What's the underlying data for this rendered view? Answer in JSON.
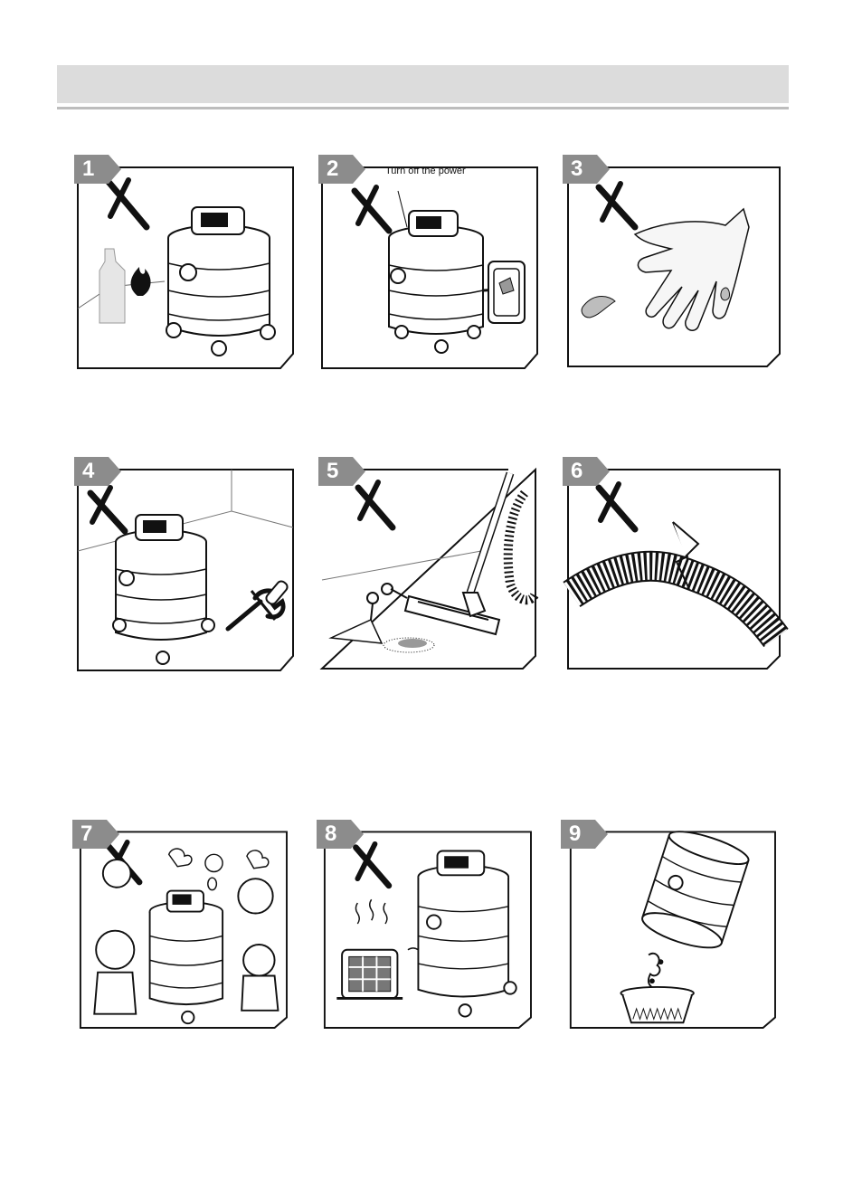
{
  "header": {
    "title": ""
  },
  "panels": [
    {
      "number": "1"
    },
    {
      "number": "2",
      "callout": "Turn off the power"
    },
    {
      "number": "3"
    },
    {
      "number": "4"
    },
    {
      "number": "5"
    },
    {
      "number": "6"
    },
    {
      "number": "7"
    },
    {
      "number": "8"
    },
    {
      "number": "9"
    }
  ],
  "colors": {
    "badge": "#8c8c8c",
    "header": "#dcdcdc",
    "rule": "#bdbdbd"
  }
}
